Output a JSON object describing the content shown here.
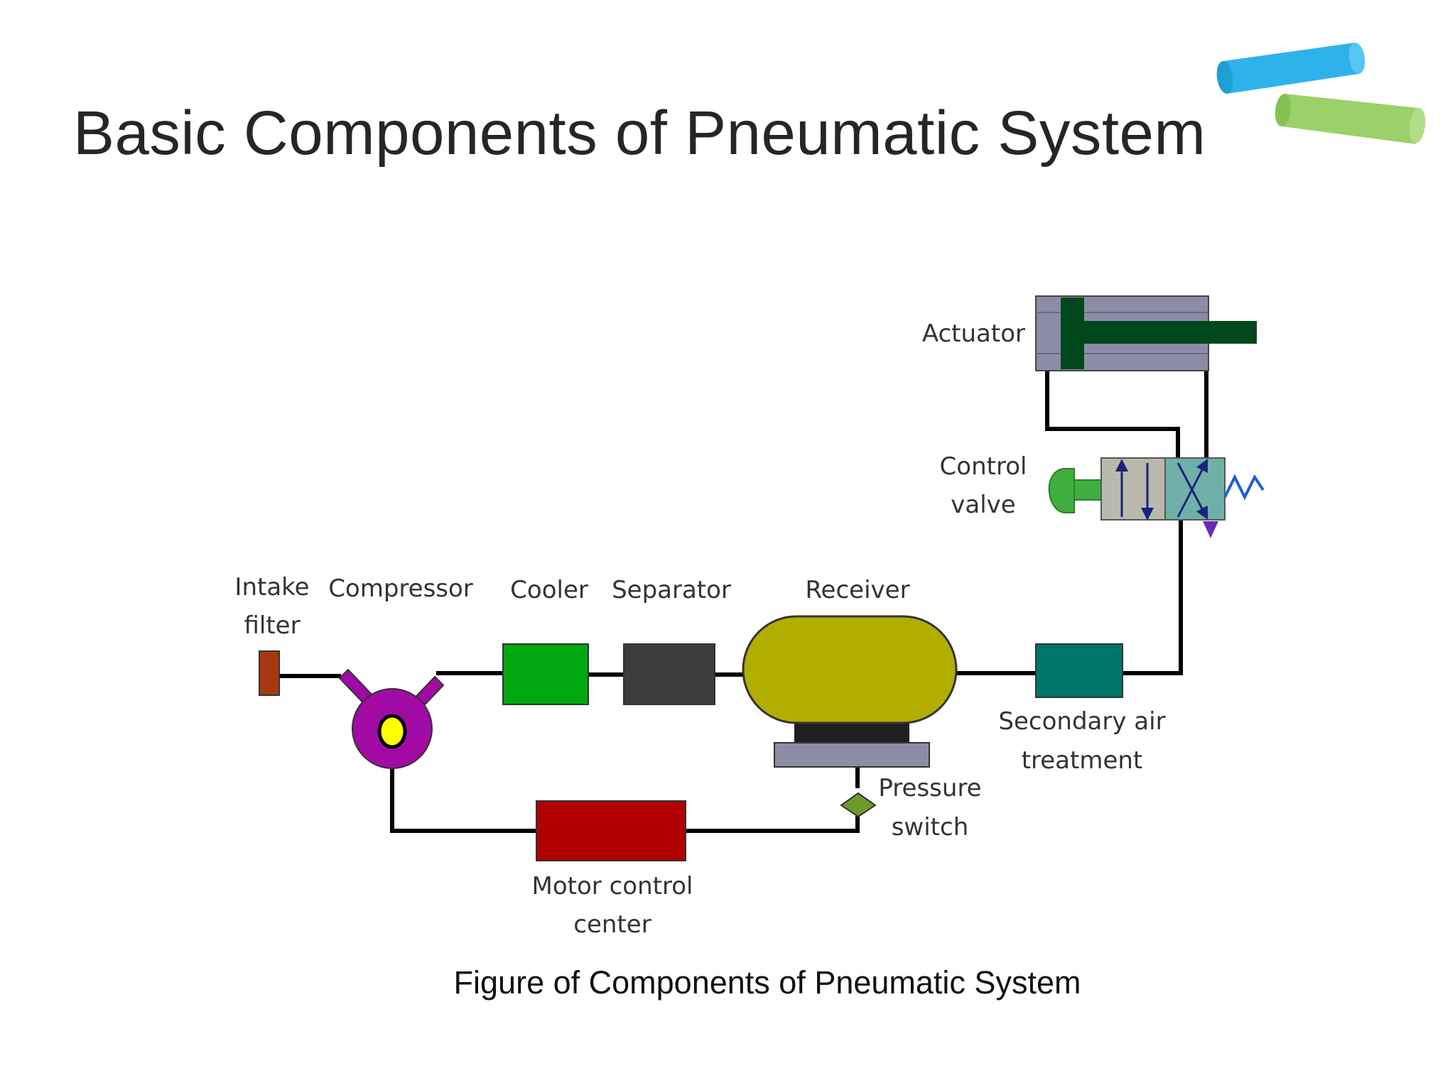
{
  "slide": {
    "title": "Basic Components of Pneumatic System",
    "caption": "Figure of Components of Pneumatic System"
  },
  "decor": {
    "chalk_colors": {
      "blue": "#2fb2e9",
      "green": "#9bd168"
    }
  },
  "diagram": {
    "labels": {
      "actuator": "Actuator",
      "control_valve_1": "Control",
      "control_valve_2": "valve",
      "intake_filter_1": "Intake",
      "intake_filter_2": "filter",
      "compressor": "Compressor",
      "cooler": "Cooler",
      "separator": "Separator",
      "receiver": "Receiver",
      "secondary_1": "Secondary air",
      "secondary_2": "treatment",
      "pressure_1": "Pressure",
      "pressure_2": "switch",
      "motor_1": "Motor control",
      "motor_2": "center"
    },
    "colors": {
      "intake_filter": "#a63a0e",
      "compressor": "#a20aa6",
      "compressor_core": "#ffff00",
      "cooler": "#00a810",
      "separator": "#3c3c3c",
      "receiver": "#b2ae00",
      "secondary_air_treatment": "#00766b",
      "pressure_switch": "#6e9a2c",
      "motor_control_center": "#b10000",
      "actuator_body": "#8c8ca6",
      "actuator_piston": "#00471c",
      "control_valve_left": "#b9b9ad",
      "control_valve_right": "#6fb1a8",
      "valve_lever": "#3faf3f",
      "valve_arrows": "#1a237e",
      "valve_spring": "#1e5ed4",
      "valve_exhaust": "#6a2bb5"
    }
  }
}
